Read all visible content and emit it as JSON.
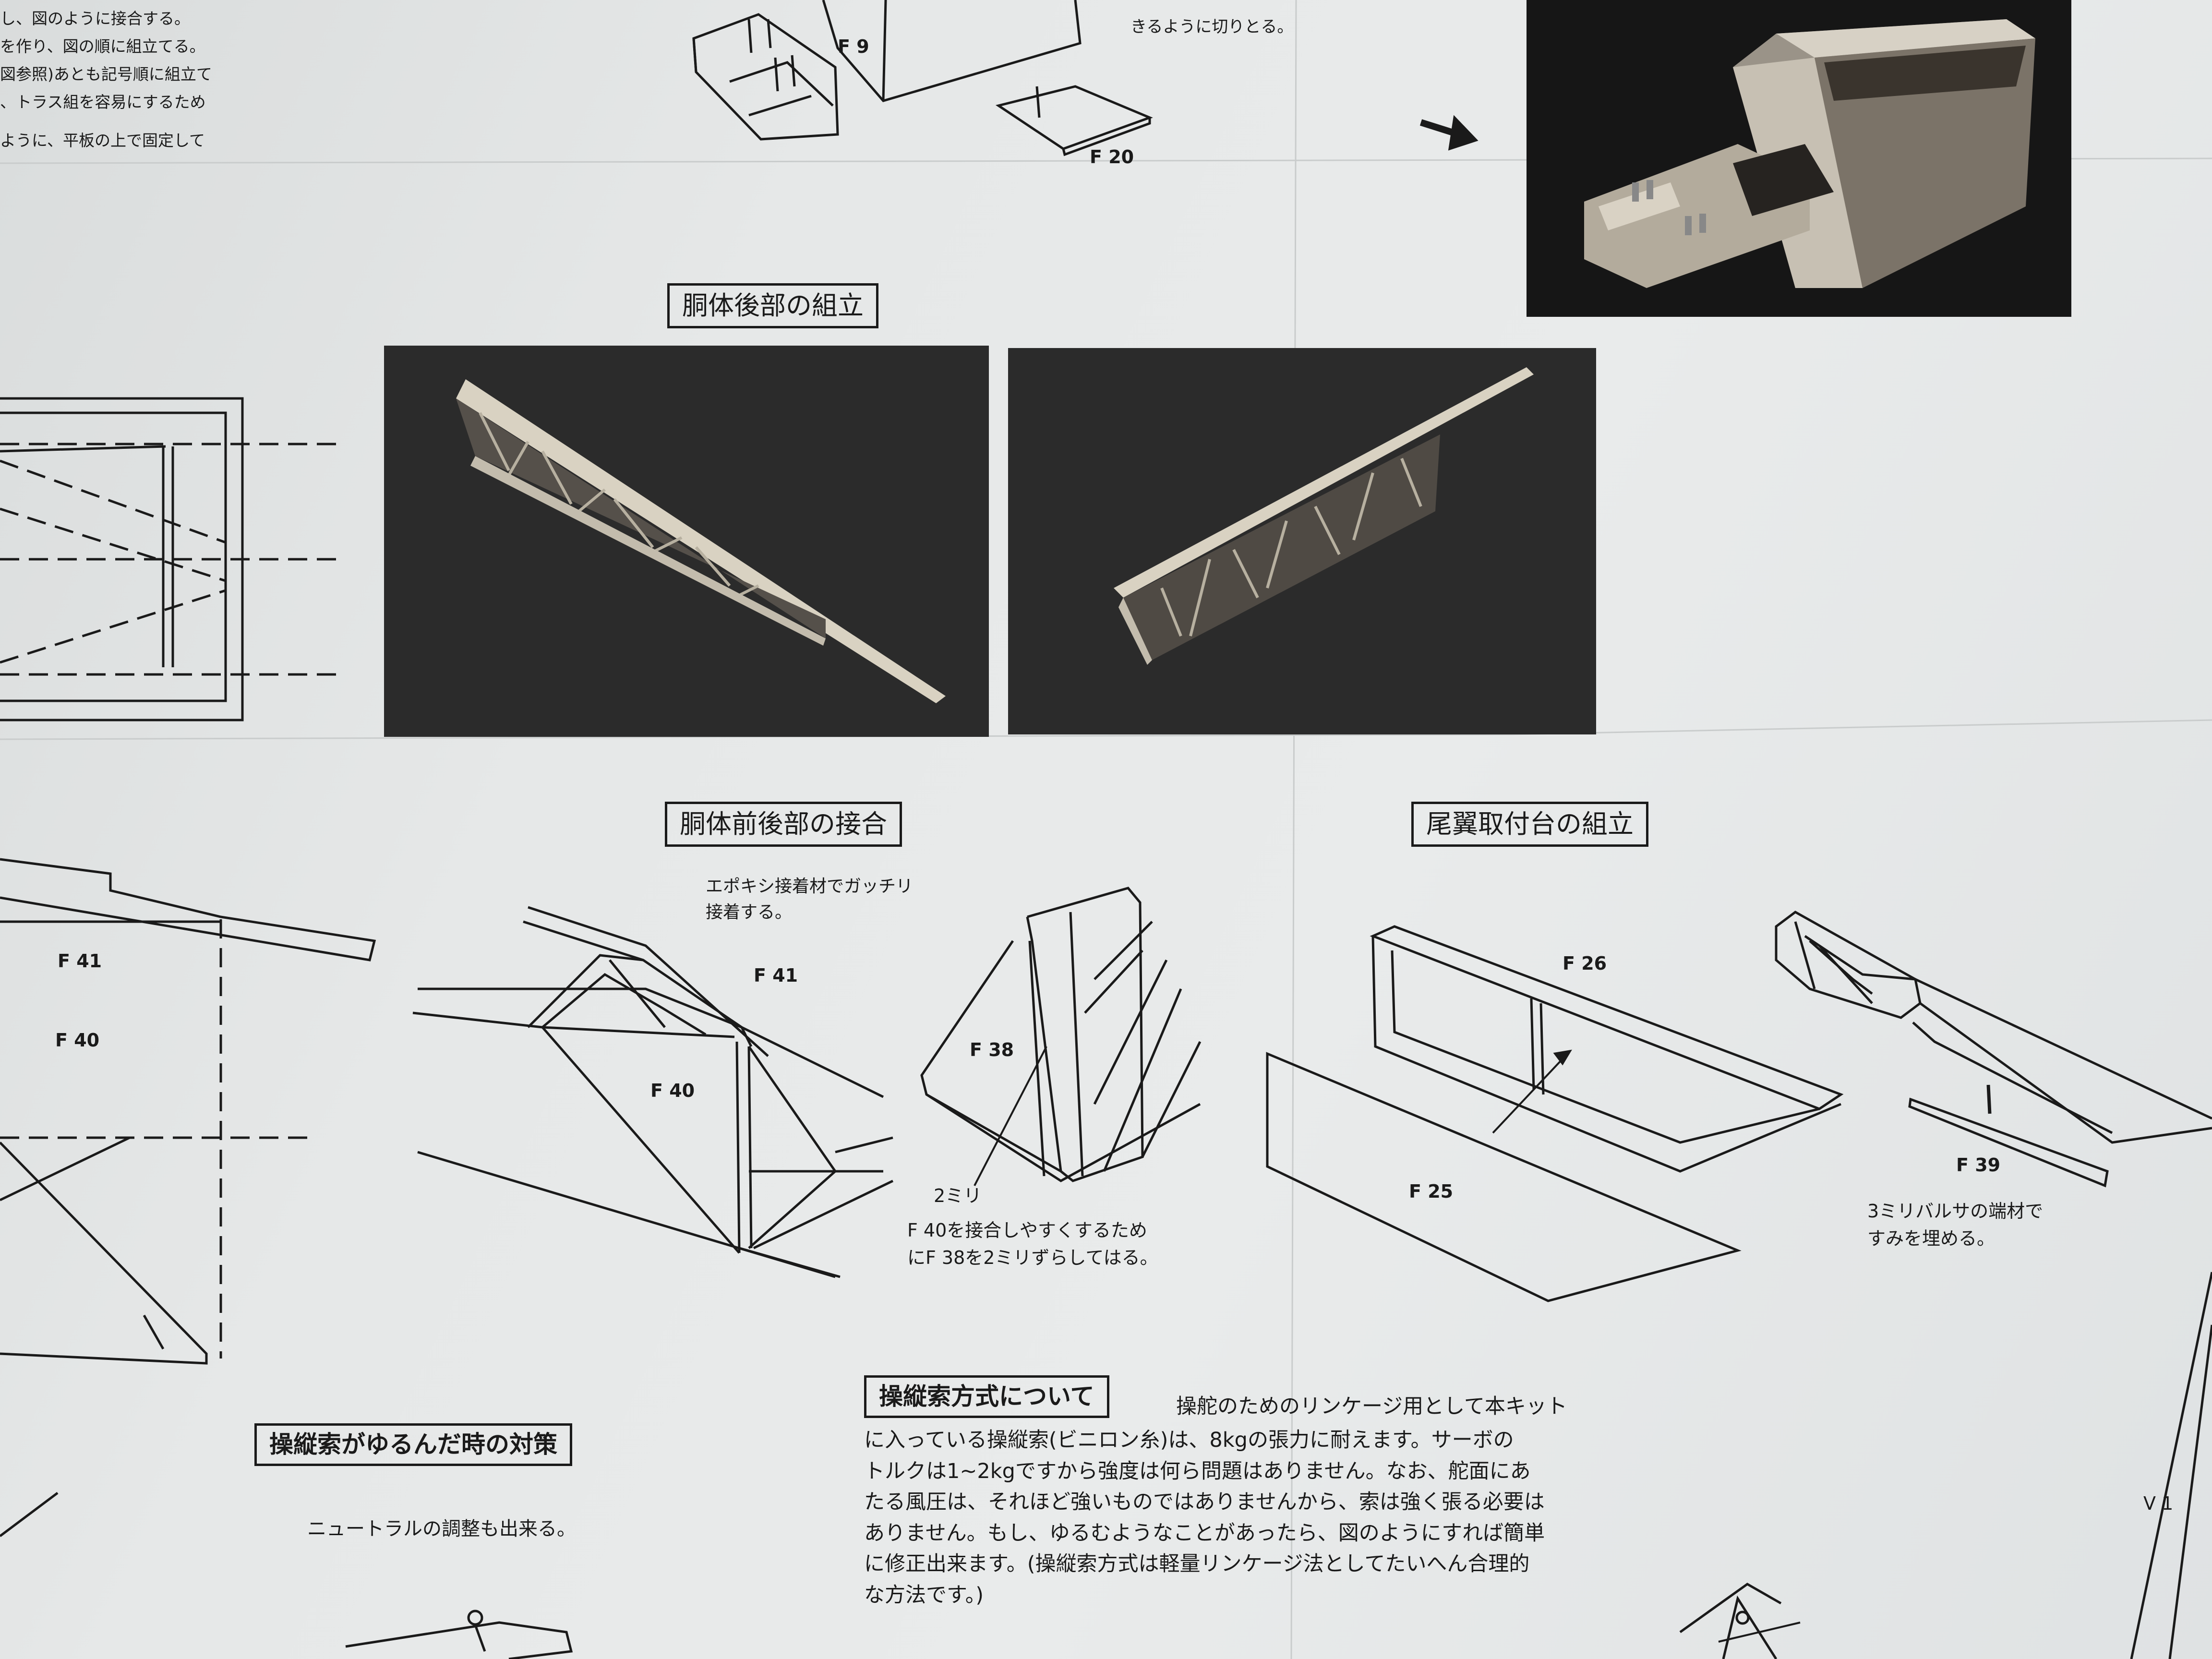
{
  "top_left_text": [
    "し、図のように接合する。",
    "を作り、図の順に組立てる。",
    "図参照)あとも記号順に組立て",
    "、トラス組を容易にするため",
    "ように、平板の上で固定して"
  ],
  "top_right_text": [
    "きるように切りとる。"
  ],
  "top_labels": {
    "f9": "F 9",
    "f20": "F 20"
  },
  "sections": {
    "rear_fuselage": "胴体後部の組立",
    "joining": "胴体前後部の接合",
    "tail_mount": "尾翼取付台の組立",
    "cable_method": "操縦索方式について",
    "slack_cable": "操縦索がゆるんだ時の対策"
  },
  "joining_notes": {
    "epoxy": [
      "エポキシ接着材でガッチリ",
      "接着する。"
    ],
    "offset_label": "2ミリ",
    "offset_note": [
      "F 40を接合しやすくするため",
      "にF 38を2ミリずらしてはる。"
    ]
  },
  "part_labels": {
    "f41": "F 41",
    "f40": "F 40",
    "f38": "F 38",
    "f26": "F 26",
    "f25": "F 25",
    "f39": "F 39",
    "left_f41": "F 41",
    "left_f40": "F 40",
    "v1": "V 1"
  },
  "tail_note": [
    "3ミリバルサの端材で",
    "すみを埋める。"
  ],
  "cable_paragraph": [
    "操舵のためのリンケージ用として本キット",
    "に入っている操縦索(ビニロン糸)は、8kgの張力に耐えます。サーボの",
    "トルクは1~2kgですから強度は何ら問題はありません。なお、舵面にあ",
    "たる風圧は、それほど強いものではありませんから、索は強く張る必要は",
    "ありません。もし、ゆるむようなことがあったら、図のようにすれば簡単",
    "に修正出来ます。(操縦索方式は軽量リンケージ法としてたいへん合理的",
    "な方法です。)"
  ],
  "slack_note": "ニュートラルの調整も出来る。"
}
